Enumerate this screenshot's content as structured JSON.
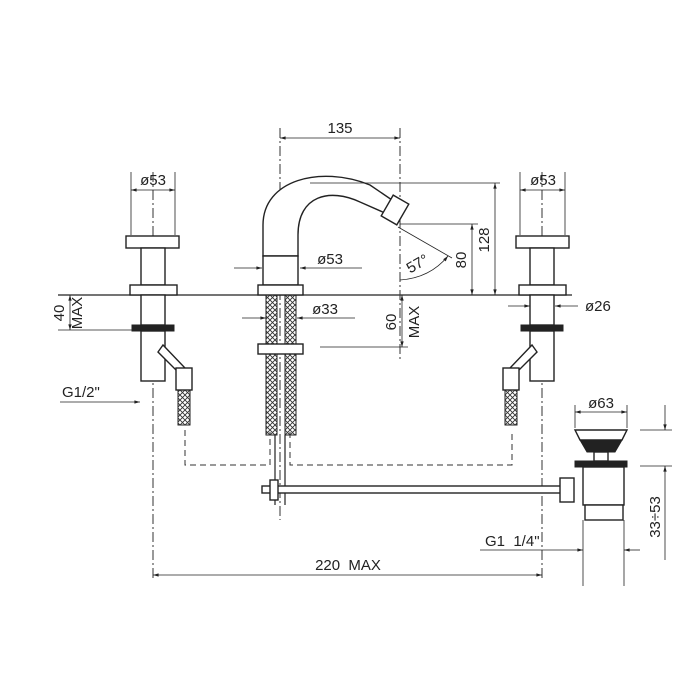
{
  "drawing": {
    "title": "Bidet tap 3-hole set technical drawing",
    "dimensions": {
      "spout_reach": "135",
      "left_handle_diameter": "ø53",
      "right_handle_diameter": "ø53",
      "spout_base_diameter": "ø53",
      "spout_height": "128",
      "nozzle_height": "80",
      "nozzle_angle": "57°",
      "deck_thickness_left": "40",
      "deck_thickness_left_suffix": "MAX",
      "spout_shank_diameter": "ø33",
      "deck_thickness_center": "60",
      "deck_thickness_center_suffix": "MAX",
      "valve_shank_diameter": "ø26",
      "inlet_thread": "G1/2\"",
      "waste_diameter": "ø63",
      "waste_height": "33÷53",
      "waste_thread": "G1  1/4\"",
      "overall_width": "220  MAX"
    }
  }
}
